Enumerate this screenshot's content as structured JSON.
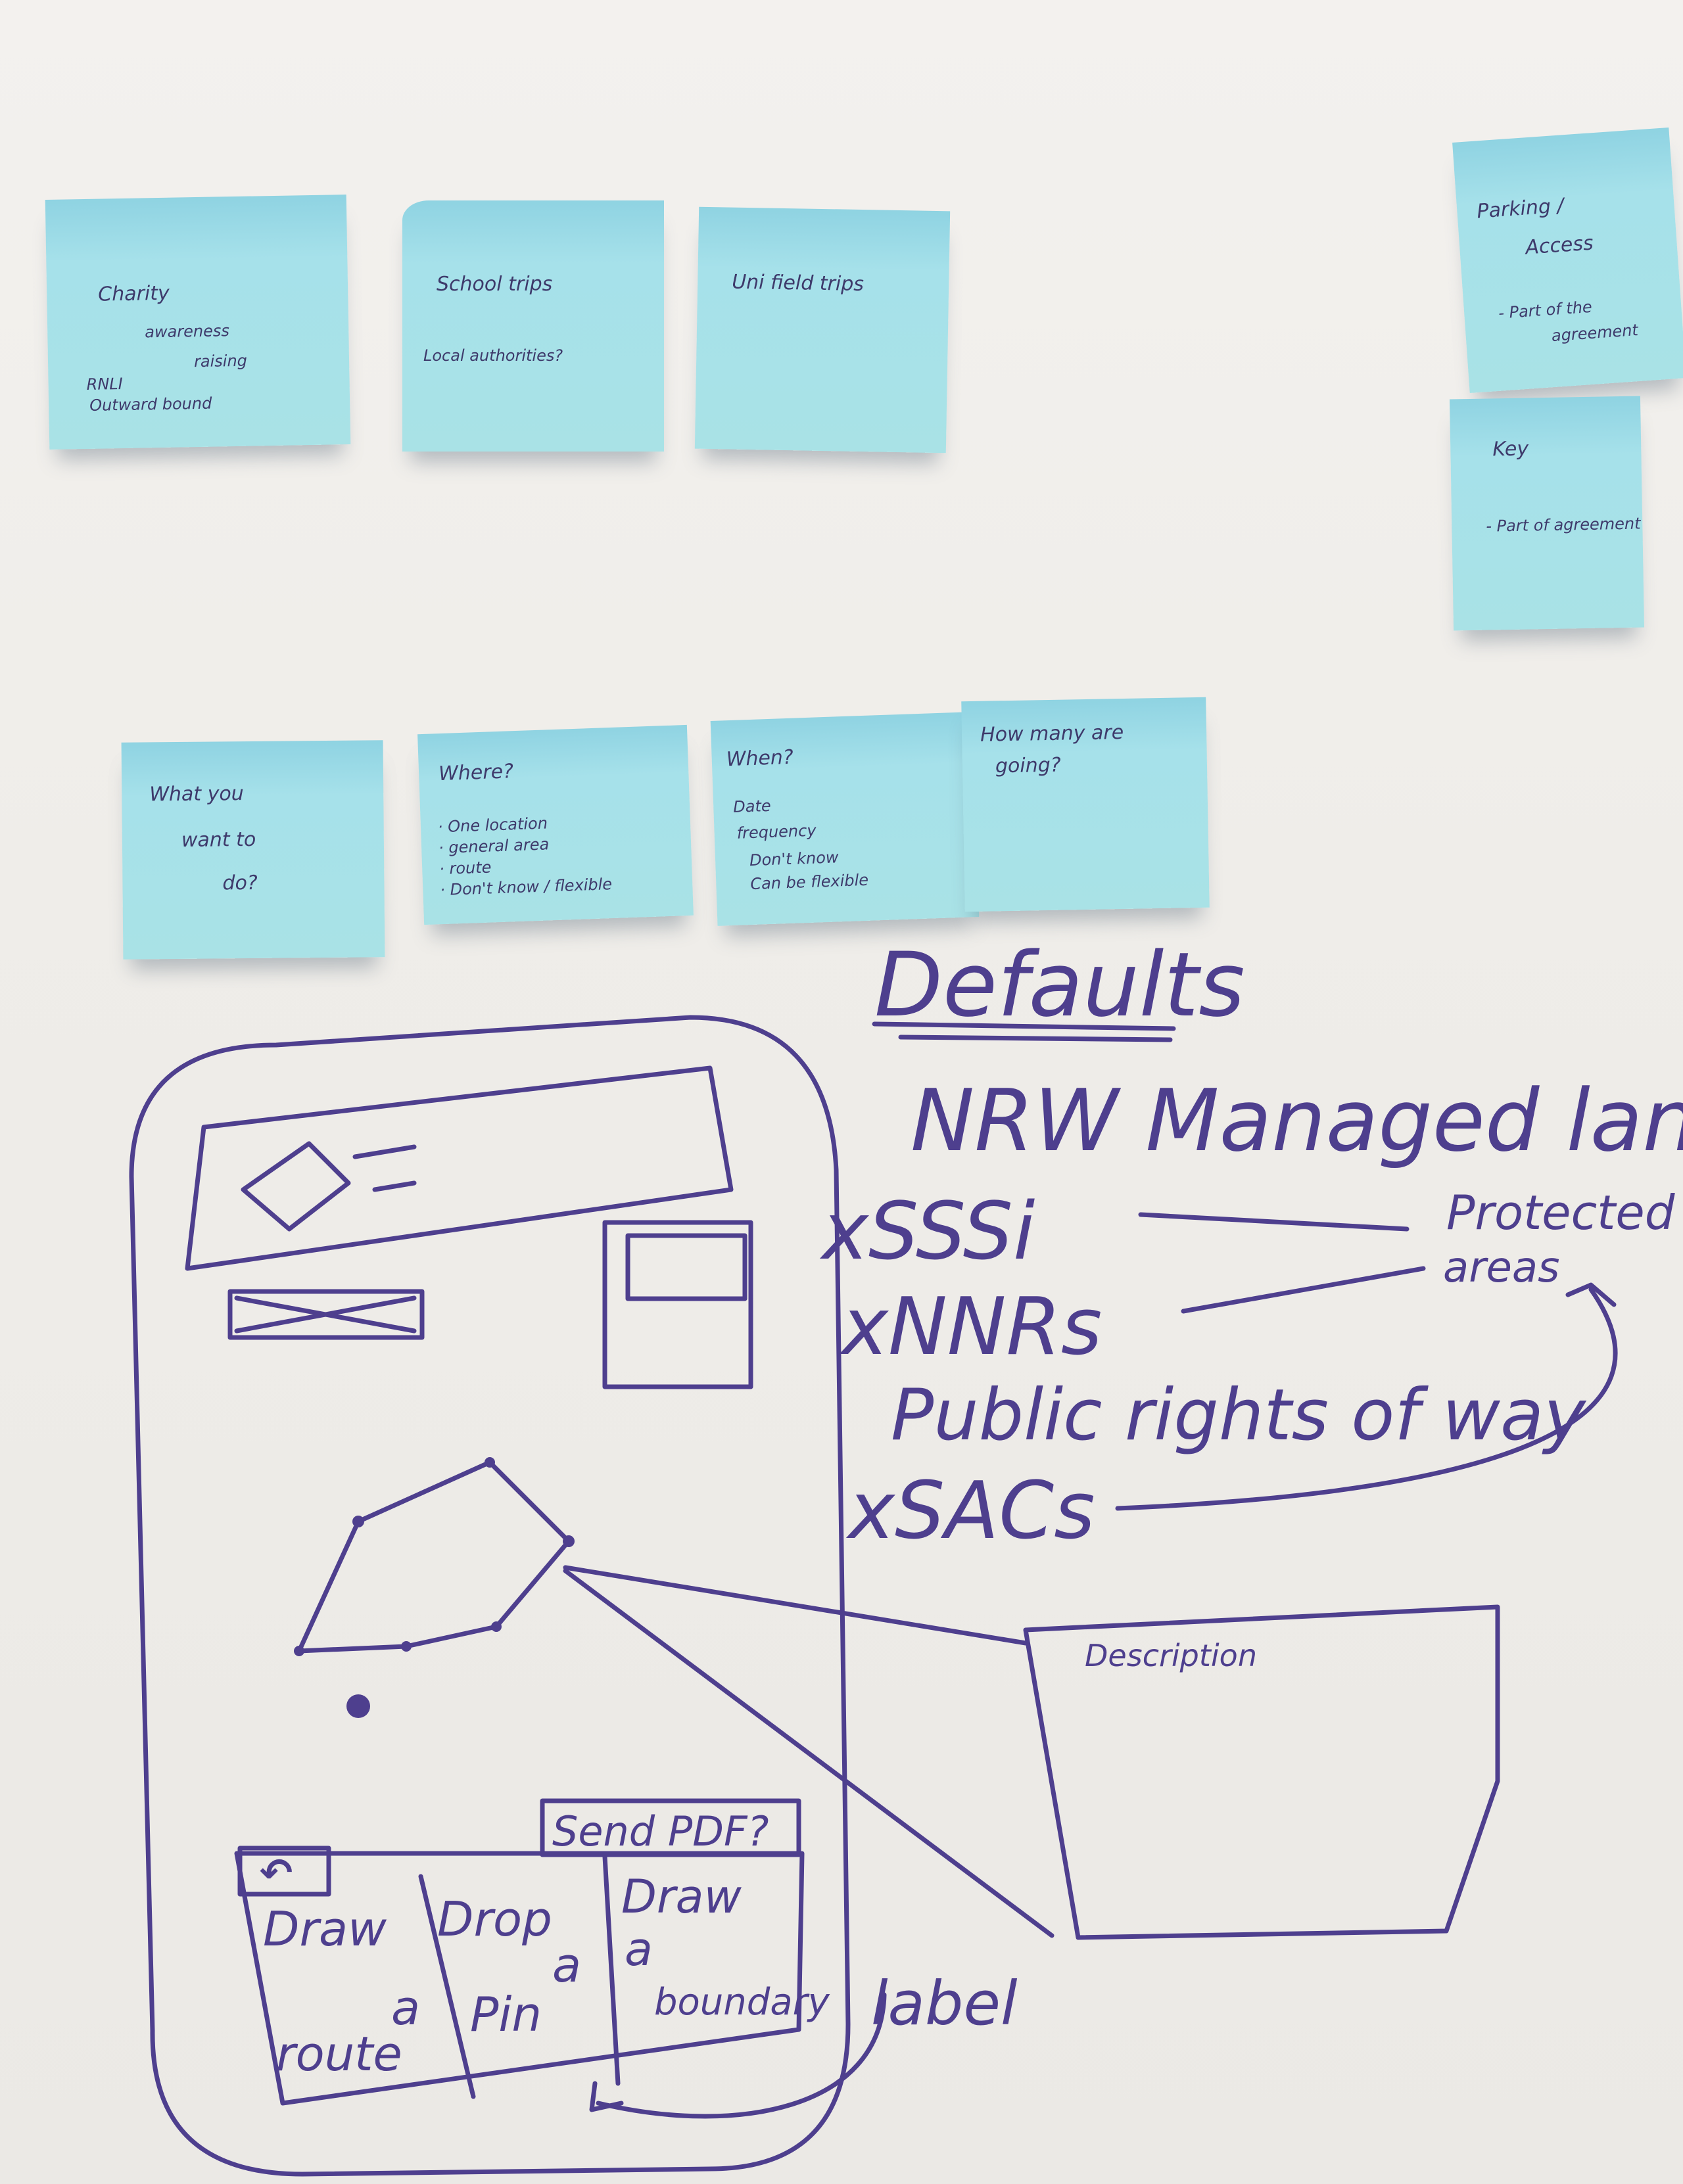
{
  "notes": {
    "charity": {
      "l1": "Charity",
      "l2": "awareness",
      "l3": "raising",
      "l4": "RNLI",
      "l5": "Outward bound"
    },
    "school": {
      "l1": "School trips",
      "l2": "Local authorities?"
    },
    "uni": {
      "l1": "Uni field trips"
    },
    "parking": {
      "l1": "Parking /",
      "l2": "Access",
      "l3": "- Part of the",
      "l4": "agreement"
    },
    "key": {
      "l1": "Key",
      "l2": "- Part of agreement"
    },
    "what": {
      "l1": "What you",
      "l2": "want to",
      "l3": "do?"
    },
    "where": {
      "l1": "Where?",
      "l2": "· One location",
      "l3": "· general area",
      "l4": "· route",
      "l5": "· Don't know / flexible"
    },
    "when": {
      "l1": "When?",
      "l2": "Date",
      "l3": "frequency",
      "l4": "Don't know",
      "l5": "Can be flexible"
    },
    "howmany": {
      "l1": "How many are",
      "l2": "going?"
    }
  },
  "board": {
    "defaults": "Defaults",
    "nrw": "NRW Managed land",
    "sssi": "xSSSi",
    "nnrs": "xNNRs",
    "prow": "Public rights of way",
    "sacs": "xSACs",
    "protected1": "Protected",
    "protected2": "areas",
    "description": "Description",
    "label": "label",
    "send_pdf": "Send PDF?",
    "draw_route1": "Draw",
    "draw_route2": "a",
    "draw_route3": "route",
    "drop_pin1": "Drop",
    "drop_pin2": "a",
    "drop_pin3": "Pin",
    "draw_boundary1": "Draw",
    "draw_boundary2": "a",
    "draw_boundary3": "boundary",
    "undo_glyph": "↶"
  },
  "colors": {
    "ink": "#4e3f8e",
    "note": "#a9e2e6",
    "paper": "#f1efeb"
  }
}
